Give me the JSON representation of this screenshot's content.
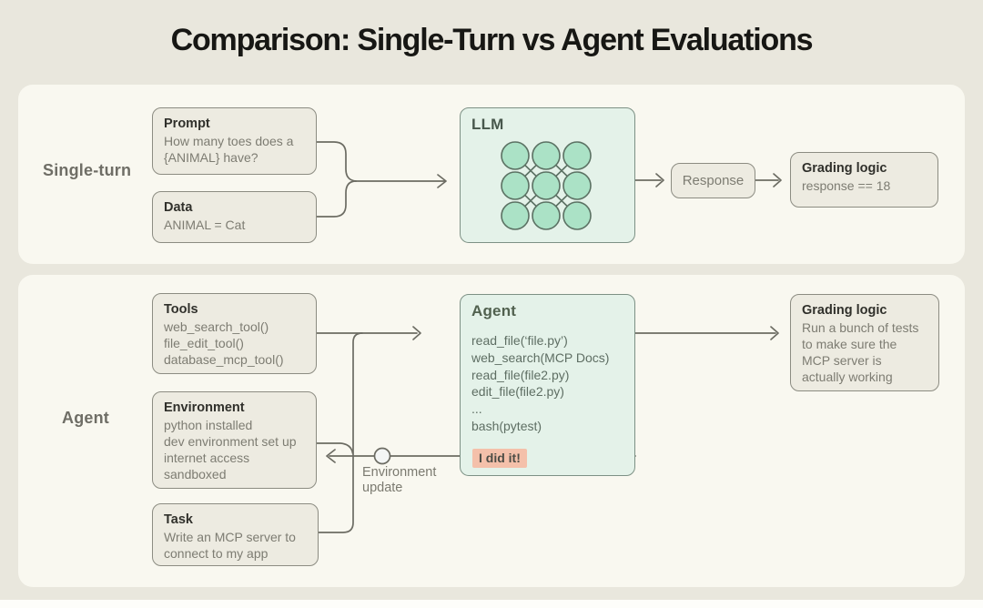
{
  "title": "Comparison: Single-Turn vs Agent Evaluations",
  "colors": {
    "page_bg": "#e9e7dd",
    "panel_bg": "#f9f8f0",
    "box_bg": "#edebe1",
    "box_border": "#8c8c82",
    "mint_bg": "#e4f2e9",
    "mint_border": "#7d9185",
    "node_fill": "#abe2c6",
    "node_border": "#5b7163",
    "wire": "#6c6c63",
    "chip_bg": "#f4c0aa"
  },
  "single_turn": {
    "label": "Single-turn",
    "prompt": {
      "heading": "Prompt",
      "body": "How many toes does a {ANIMAL} have?"
    },
    "data": {
      "heading": "Data",
      "body": "ANIMAL = Cat"
    },
    "llm": {
      "heading": "LLM"
    },
    "response": {
      "label": "Response"
    },
    "grading": {
      "heading": "Grading logic",
      "body": "response == 18"
    }
  },
  "agent": {
    "label": "Agent",
    "tools": {
      "heading": "Tools",
      "lines": [
        "web_search_tool()",
        "file_edit_tool()",
        "database_mcp_tool()"
      ]
    },
    "environment": {
      "heading": "Environment",
      "lines": [
        "python installed",
        "dev environment set up",
        "internet access",
        "sandboxed"
      ]
    },
    "task": {
      "heading": "Task",
      "body": "Write an MCP server to connect to my app"
    },
    "agent_box": {
      "heading": "Agent",
      "lines": [
        "read_file(‘file.py’)",
        "web_search(MCP Docs)",
        "read_file(file2.py)",
        "edit_file(file2.py)",
        "...",
        "bash(pytest)"
      ],
      "chip": "I did it!"
    },
    "grading": {
      "heading": "Grading logic",
      "body": "Run a bunch of tests to make sure the MCP server is actually working"
    },
    "env_update_label_line1": "Environment",
    "env_update_label_line2": "update"
  }
}
